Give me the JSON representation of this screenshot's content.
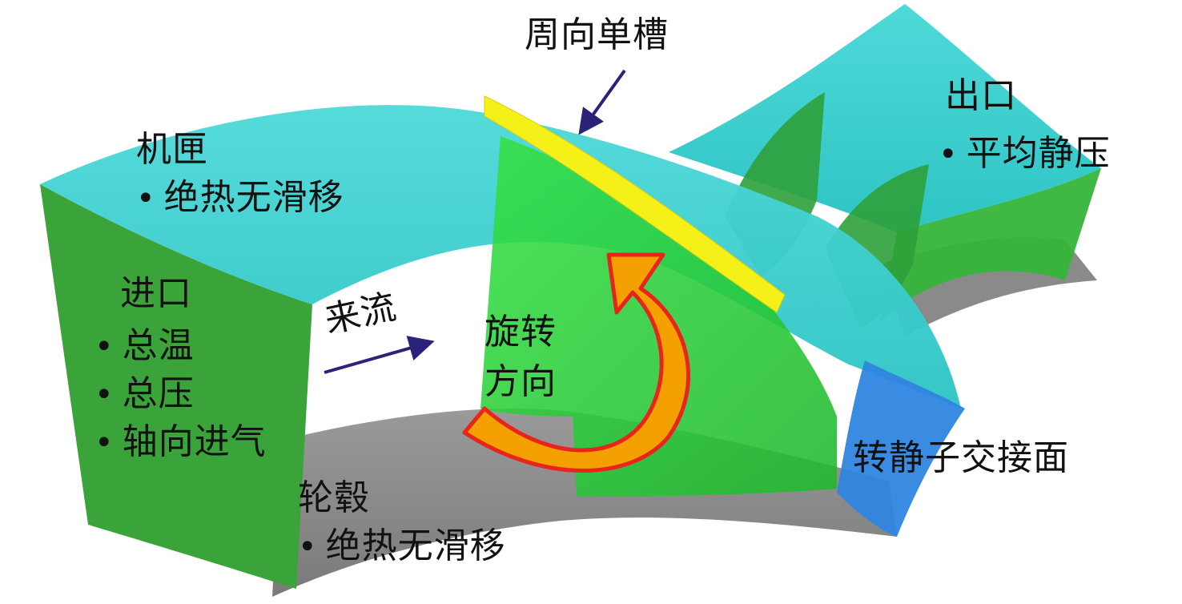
{
  "labels": {
    "groove": "周向单槽",
    "shroud": "机匣",
    "shroud_bc": "绝热无滑移",
    "outlet": "出口",
    "outlet_bc": "平均静压",
    "inlet": "进口",
    "inlet_bc1": "总温",
    "inlet_bc2": "总压",
    "inlet_bc3": "轴向进气",
    "inflow": "来流",
    "rotation_line1": "旋转",
    "rotation_line2": "方向",
    "hub": "轮毂",
    "hub_bc": "绝热无滑移",
    "interface": "转静子交接面",
    "bullet": "•"
  },
  "colors": {
    "shroud_cyan": "#3ecfd0",
    "inlet_green": "#3aa43a",
    "hub_gray": "#8c8c8c",
    "rotor_green": "#2fd63a",
    "groove_yellow": "#f5f018",
    "interface_blue": "#2f86e0",
    "arrow_navy": "#2b237a",
    "rotation_orange": "#f4a000",
    "rotation_red": "#e8251c"
  }
}
